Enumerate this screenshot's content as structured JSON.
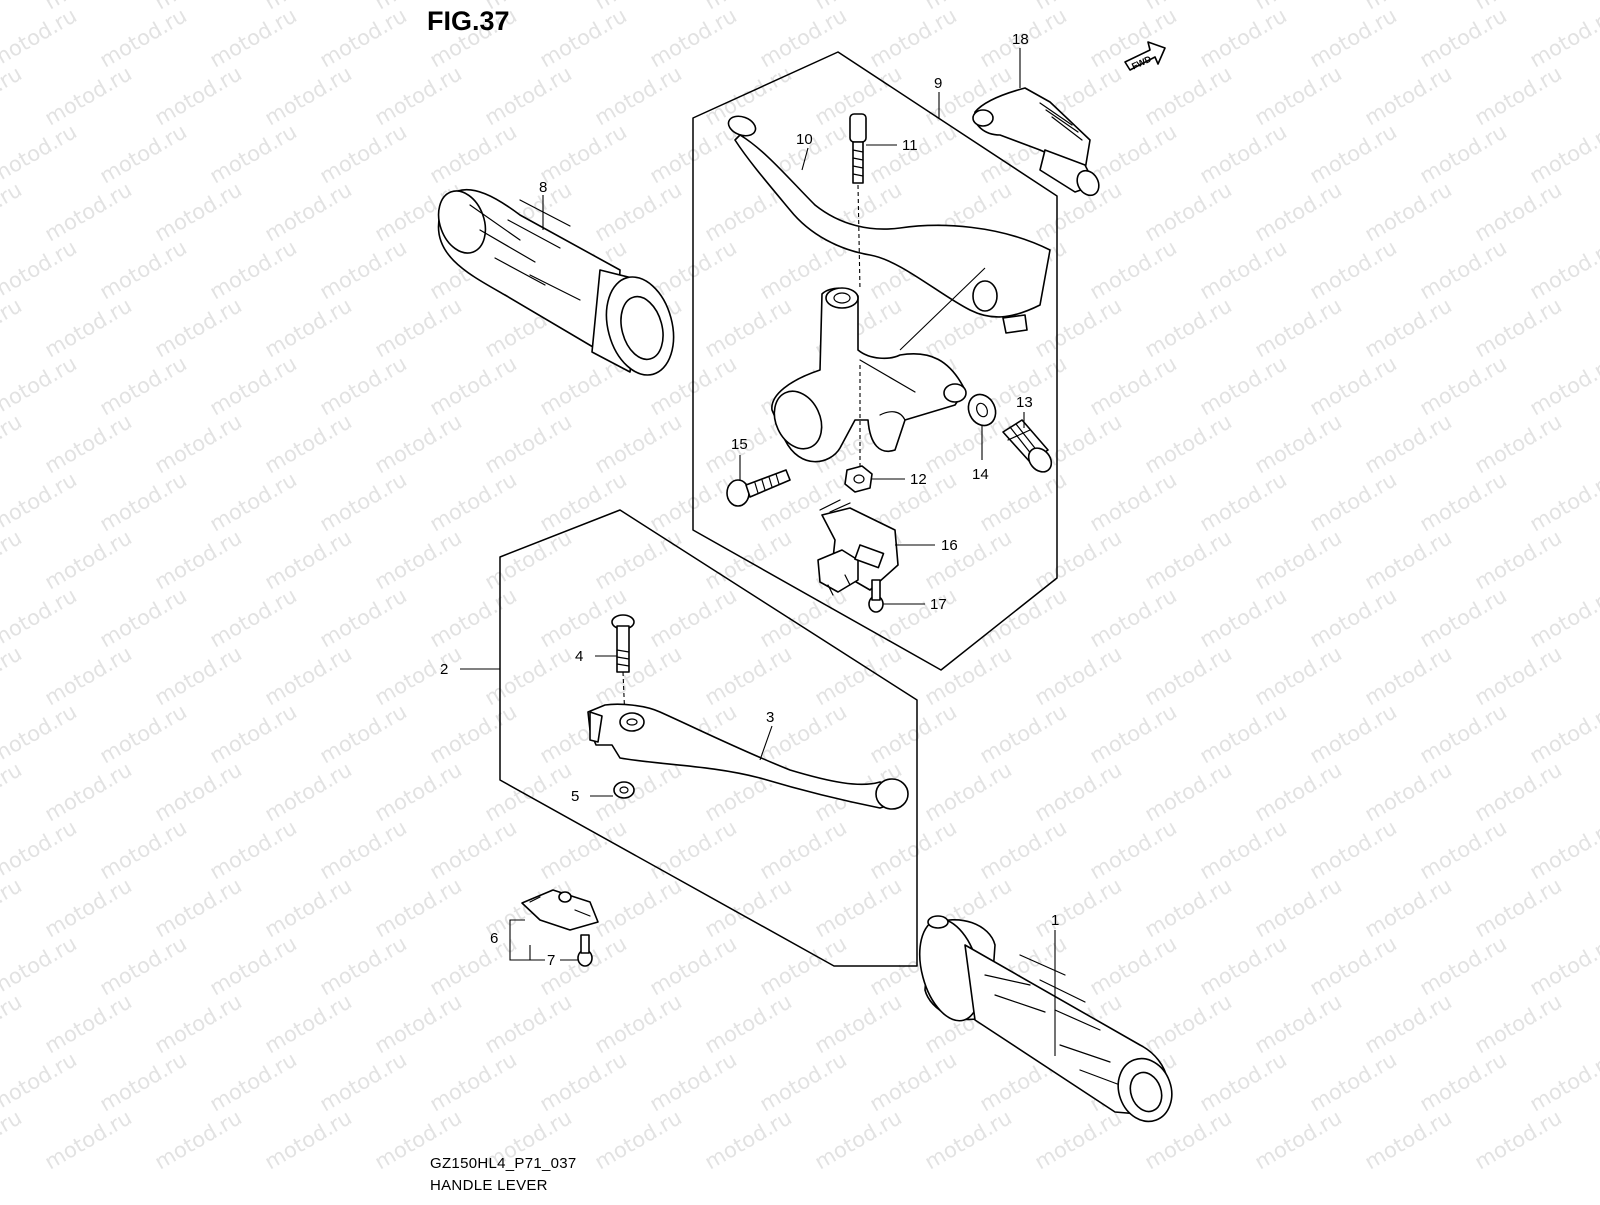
{
  "figure": {
    "title": "FIG.37",
    "model_code": "GZ150HL4_P71_037",
    "section_name": "HANDLE LEVER",
    "fwd_label": "FWD",
    "watermark": "motod.ru"
  },
  "callouts": [
    "1",
    "2",
    "3",
    "4",
    "5",
    "6",
    "7",
    "8",
    "9",
    "10",
    "11",
    "12",
    "13",
    "14",
    "15",
    "16",
    "17",
    "18"
  ],
  "colors": {
    "line": "#000000",
    "background": "#ffffff",
    "watermark": "#b4b4b4"
  }
}
